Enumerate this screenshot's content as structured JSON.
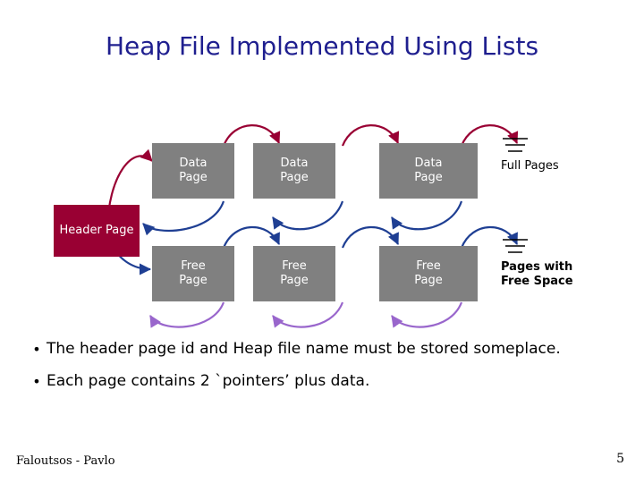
{
  "slide": {
    "title": "Heap File Implemented Using Lists",
    "footer_left": "Faloutsos - Pavlo",
    "page_number": "5"
  },
  "diagram": {
    "header_box": "Header\nPage",
    "data_pages": [
      {
        "label": "Data\nPage"
      },
      {
        "label": "Data\nPage"
      },
      {
        "label": "Data\nPage"
      }
    ],
    "free_pages": [
      {
        "label": "Free\nPage"
      },
      {
        "label": "Free\nPage"
      },
      {
        "label": "Free\nPage"
      }
    ],
    "label_full_pages": "Full Pages",
    "label_free_space": "Pages with\nFree Space",
    "colors": {
      "data_box": "#808080",
      "header_box": "#990033",
      "arrow_red": "#990033",
      "arrow_blue": "#1F3F93",
      "arrow_purple": "#9966CC",
      "title": "#1F1F8F"
    }
  },
  "bullets": [
    {
      "marker": "•",
      "text": "The header page id and Heap file name must be stored someplace."
    },
    {
      "marker": "•",
      "text": "Each page contains 2 `pointers’ plus data."
    }
  ]
}
